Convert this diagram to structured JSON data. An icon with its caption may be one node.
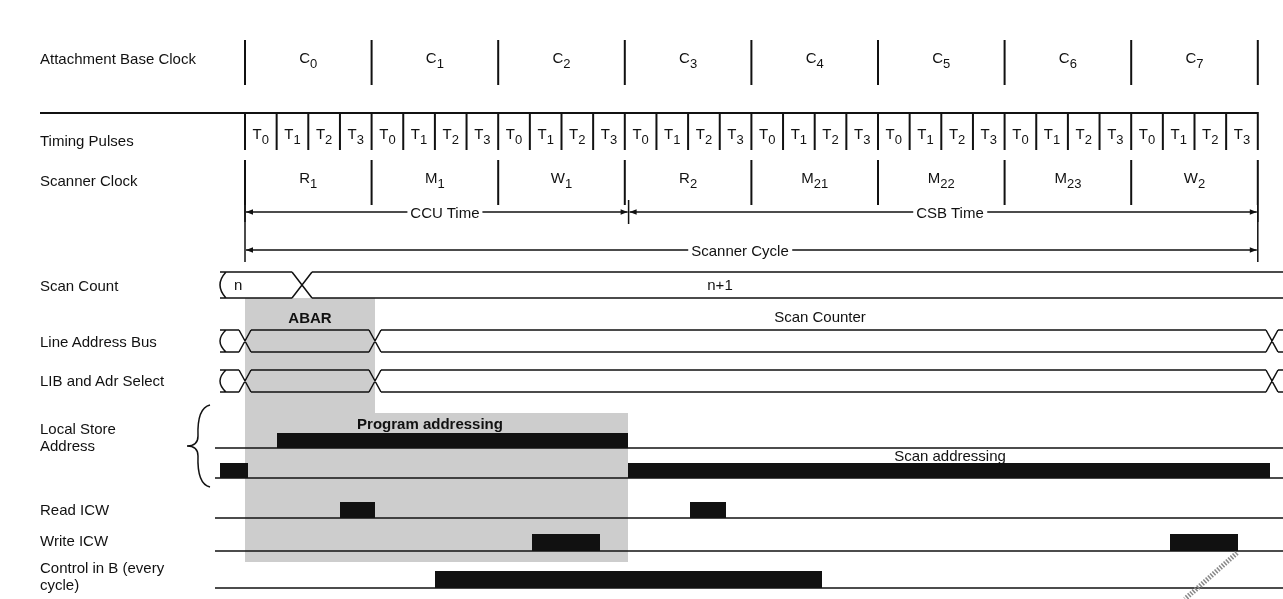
{
  "diagram": {
    "labels": [
      "Attachment Base Clock",
      "C$_{0}$",
      "C$_{1}$",
      "C$_{2}$",
      "C$_{3}$",
      "C$_{4}$",
      "C$_{5}$",
      "C$_{6}$",
      "C$_{7}$",
      "Timing Pulses",
      "T$_{0}$",
      "T$_{1}$",
      "T$_{2}$",
      "T$_{3}$",
      "T$_{0}$",
      "T$_{1}$",
      "T$_{2}$",
      "T$_{3}$",
      "T$_{0}$",
      "T$_{1}$",
      "T$_{2}$",
      "T$_{3}$",
      "T$_{0}$",
      "T$_{1}$",
      "T$_{2}$",
      "T$_{3}$",
      "T$_{0}$",
      "T$_{1}$",
      "T$_{2}$",
      "T$_{3}$",
      "T$_{0}$",
      "T$_{1}$",
      "T$_{2}$",
      "T$_{3}$",
      "T$_{0}$",
      "T$_{1}$",
      "T$_{2}$",
      "T$_{3}$",
      "T$_{0}$",
      "T$_{1}$",
      "T$_{2}$",
      "T$_{3}$",
      "Scanner Clock",
      "R$_{1}$",
      "M$_{1}$",
      "W$_{1}$",
      "R$_{2}$",
      "M$_{21}$",
      "M$_{22}$",
      "M$_{23}$",
      "W$_{2}$",
      "CCU Time",
      "CSB Time",
      "Scanner Cycle",
      "Scan Count",
      "n",
      "n+1",
      "ABAR",
      "Scan Counter",
      "Line Address Bus",
      "LIB and Adr Select",
      "Program addressing",
      "Local Store Address",
      "Scan addressing",
      "Read ICW",
      "Write ICW",
      "Control in B (every cycle)"
    ]
  }
}
